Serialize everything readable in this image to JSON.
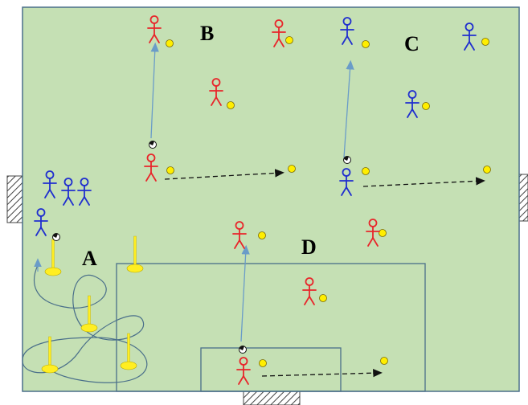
{
  "colors": {
    "pitch_fill": "#c5e0b4",
    "pitch_line": "#4a6f8a",
    "team_red": "#e8262b",
    "team_blue": "#1f2ecf",
    "ball_yellow": "#ffee00",
    "ball_outline": "#7a6a00",
    "cone_yellow": "#ffee22",
    "pass_arrow": "#6a9cc8",
    "dribble_arrow": "#222222",
    "goal_hatch": "#444444"
  },
  "zones": {
    "a": "A",
    "b": "B",
    "c": "C",
    "d": "D"
  },
  "icons": {
    "player": "stick-figure-icon",
    "ball": "soccer-ball-icon",
    "training_ball": "training-ball-icon",
    "cone": "cone-marker-icon",
    "goal": "goal-hatched-icon"
  }
}
